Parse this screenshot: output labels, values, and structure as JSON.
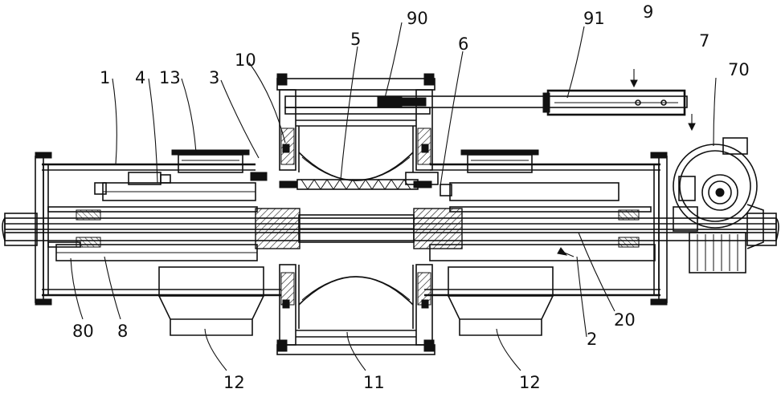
{
  "figure": {
    "callouts": [
      {
        "id": "callout-1",
        "text": "1"
      },
      {
        "id": "callout-4",
        "text": "4"
      },
      {
        "id": "callout-13",
        "text": "13"
      },
      {
        "id": "callout-3",
        "text": "3"
      },
      {
        "id": "callout-10",
        "text": "10"
      },
      {
        "id": "callout-5",
        "text": "5"
      },
      {
        "id": "callout-90",
        "text": "90"
      },
      {
        "id": "callout-6",
        "text": "6"
      },
      {
        "id": "callout-91",
        "text": "91"
      },
      {
        "id": "callout-9",
        "text": "9"
      },
      {
        "id": "callout-7",
        "text": "7"
      },
      {
        "id": "callout-70",
        "text": "70"
      },
      {
        "id": "callout-80",
        "text": "80"
      },
      {
        "id": "callout-8",
        "text": "8"
      },
      {
        "id": "callout-12a",
        "text": "12"
      },
      {
        "id": "callout-11",
        "text": "11"
      },
      {
        "id": "callout-12b",
        "text": "12"
      },
      {
        "id": "callout-2",
        "text": "2"
      },
      {
        "id": "callout-20",
        "text": "20"
      }
    ]
  }
}
